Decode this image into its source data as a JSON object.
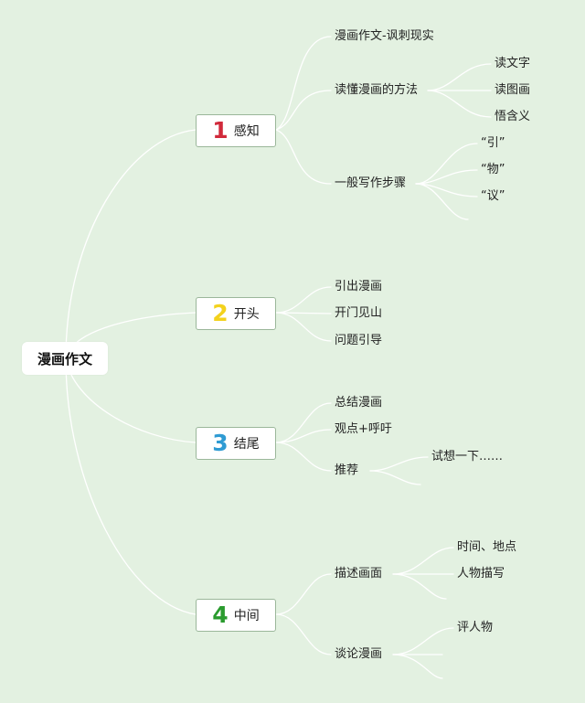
{
  "root": {
    "label": "漫画作文"
  },
  "colors": {
    "one": "#d12a3b",
    "two": "#f3d21d",
    "three": "#2f9bd3",
    "four": "#2a9b2e",
    "line": "#ffffff"
  },
  "branches": [
    {
      "num": "1",
      "label": "感知"
    },
    {
      "num": "2",
      "label": "开头"
    },
    {
      "num": "3",
      "label": "结尾"
    },
    {
      "num": "4",
      "label": "中间"
    }
  ],
  "b1": {
    "items": [
      "漫画作文-讽刺现实",
      "读懂漫画的方法",
      "一般写作步骤"
    ],
    "method": [
      "读文字",
      "读图画",
      "悟含义"
    ],
    "steps": [
      "“引”",
      "“物”",
      "“议”"
    ]
  },
  "b2": {
    "items": [
      "引出漫画",
      "开门见山",
      "问题引导"
    ]
  },
  "b3": {
    "items": [
      "总结漫画",
      "观点+呼吁",
      "推荐"
    ],
    "recommend": [
      "试想一下……"
    ]
  },
  "b4": {
    "items": [
      "描述画面",
      "谈论漫画"
    ],
    "describe": [
      "时间、地点",
      "人物描写"
    ],
    "discuss": [
      "评人物"
    ]
  }
}
